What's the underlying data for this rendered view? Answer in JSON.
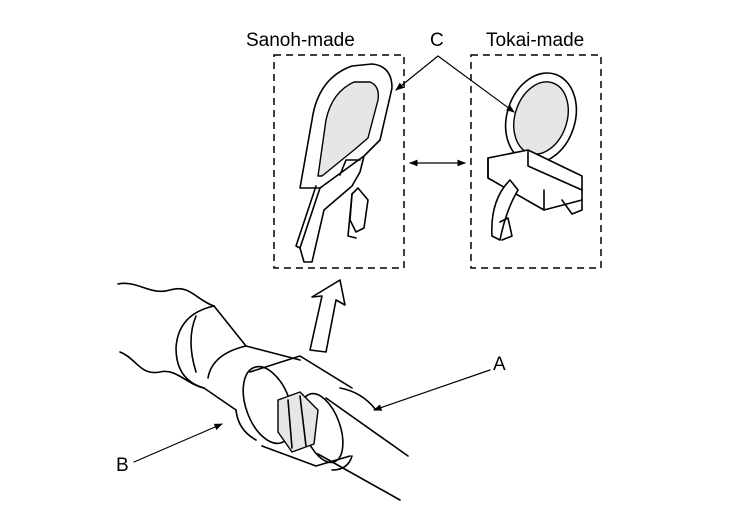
{
  "labels": {
    "sanoh": "Sanoh-made",
    "tokai": "Tokai-made",
    "c": "C",
    "a": "A",
    "b": "B"
  }
}
